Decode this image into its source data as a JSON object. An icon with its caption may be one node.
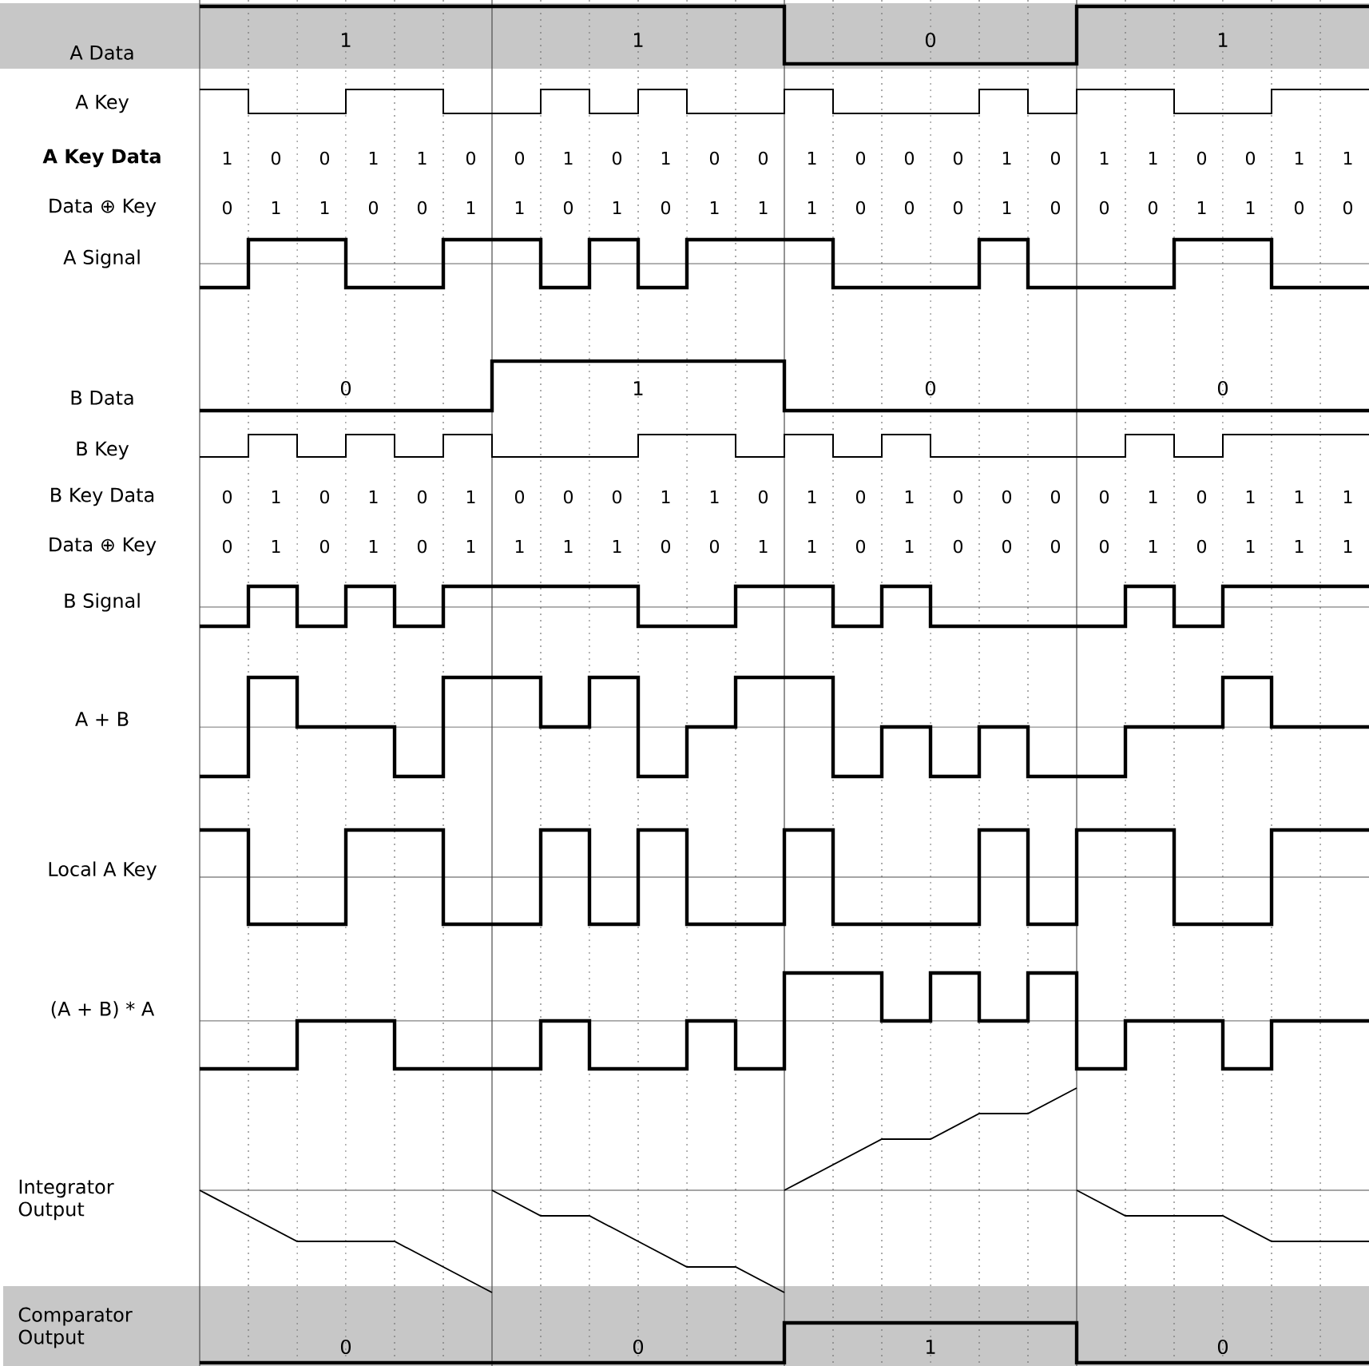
{
  "diagram": {
    "labels": [
      "A Data",
      "1",
      "1",
      "0",
      "1",
      "A Key",
      "A Key Data",
      "1",
      "0",
      "0",
      "1",
      "1",
      "0",
      "0",
      "1",
      "0",
      "1",
      "0",
      "0",
      "1",
      "0",
      "0",
      "0",
      "1",
      "0",
      "1",
      "1",
      "0",
      "0",
      "1",
      "1",
      "Data ⊕ Key",
      "0",
      "1",
      "1",
      "0",
      "0",
      "1",
      "1",
      "0",
      "1",
      "0",
      "1",
      "1",
      "1",
      "0",
      "0",
      "0",
      "1",
      "0",
      "0",
      "0",
      "1",
      "1",
      "0",
      "0",
      "A Signal",
      "B Data",
      "0",
      "1",
      "0",
      "0",
      "B Key",
      "B Key Data",
      "0",
      "1",
      "0",
      "1",
      "0",
      "1",
      "0",
      "0",
      "0",
      "1",
      "1",
      "0",
      "1",
      "0",
      "1",
      "0",
      "0",
      "0",
      "0",
      "1",
      "0",
      "1",
      "1",
      "1",
      "Data ⊕ Key",
      "0",
      "1",
      "0",
      "1",
      "0",
      "1",
      "1",
      "1",
      "1",
      "0",
      "0",
      "1",
      "1",
      "0",
      "1",
      "0",
      "0",
      "0",
      "0",
      "1",
      "0",
      "1",
      "1",
      "1",
      "B Signal",
      "A + B",
      "Local A Key",
      "(A + B) * A",
      "Integrator Output",
      "Comparator Output",
      "0",
      "0",
      "1",
      "0"
    ]
  }
}
